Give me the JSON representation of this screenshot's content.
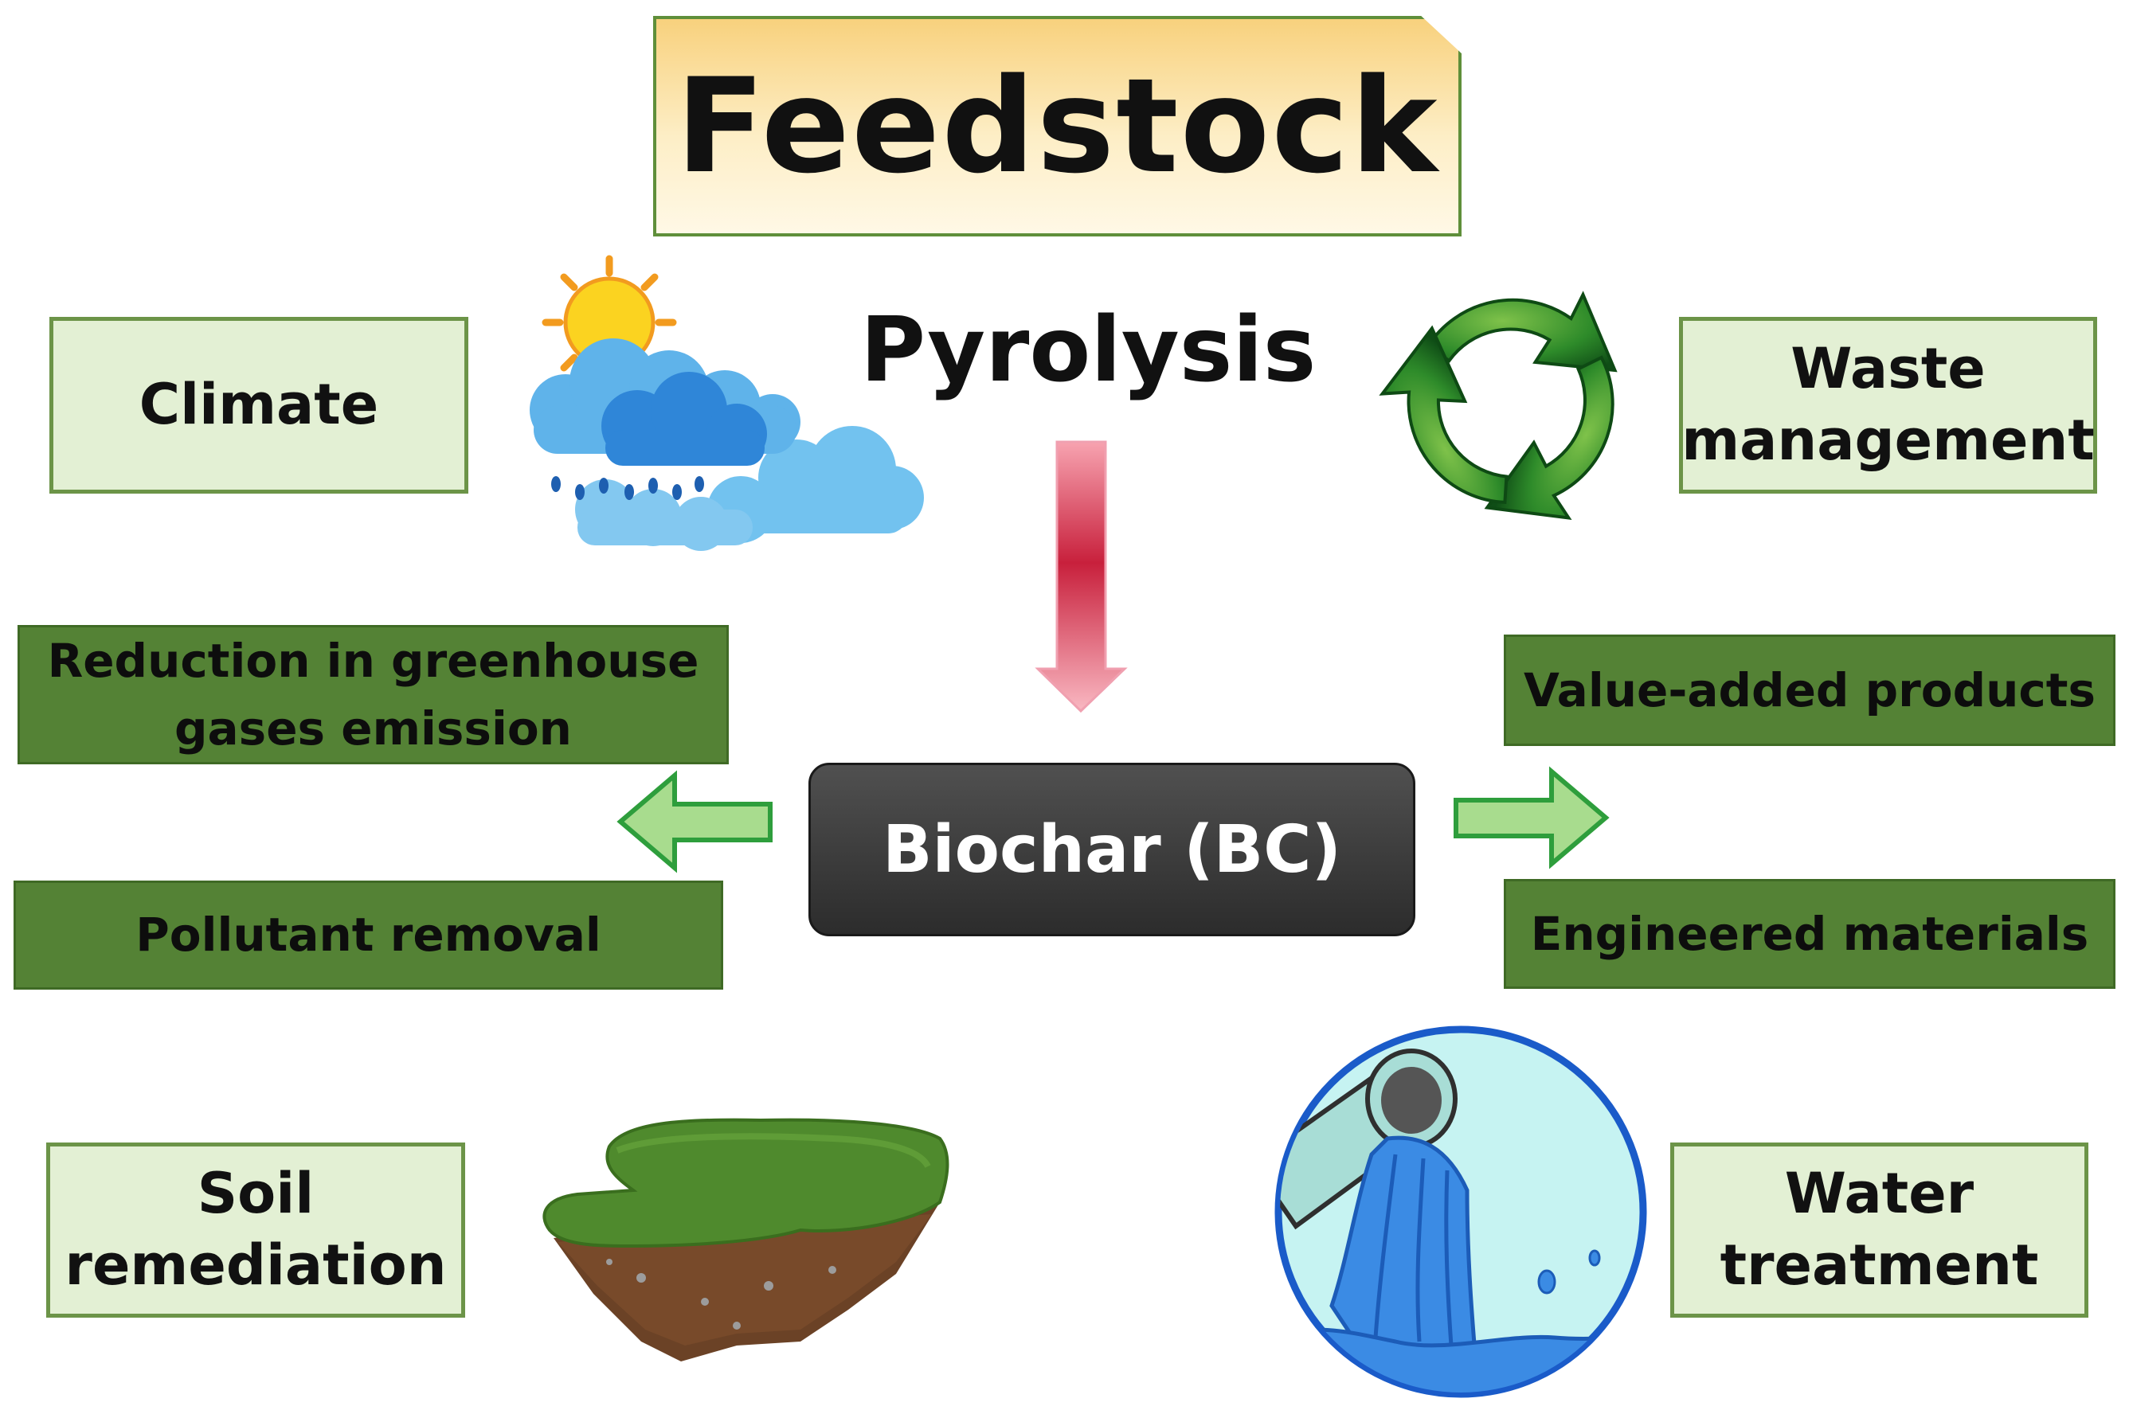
{
  "title": "Feedstock",
  "process": "Pyrolysis",
  "center": "Biochar (BC)",
  "top_left": "Climate",
  "top_right": [
    "Waste",
    "management"
  ],
  "left_outputs": {
    "greenhouse": [
      "Reduction in greenhouse",
      "gases emission"
    ],
    "pollutant": "Pollutant removal"
  },
  "right_outputs": {
    "value_added": "Value-added products",
    "engineered": "Engineered materials"
  },
  "bottom_left": [
    "Soil",
    "remediation"
  ],
  "bottom_right": [
    "Water",
    "treatment"
  ],
  "icons": [
    "sun-cloud-rain-icon",
    "recycle-icon",
    "soil-chunk-icon",
    "water-pipe-icon"
  ],
  "colors": {
    "dark_green": "#548235",
    "light_green": "#e3f0d4",
    "biochar_gray": "#3a3a3a",
    "arrow_red": "#c8203c",
    "arrow_green": "#8fce6a"
  }
}
